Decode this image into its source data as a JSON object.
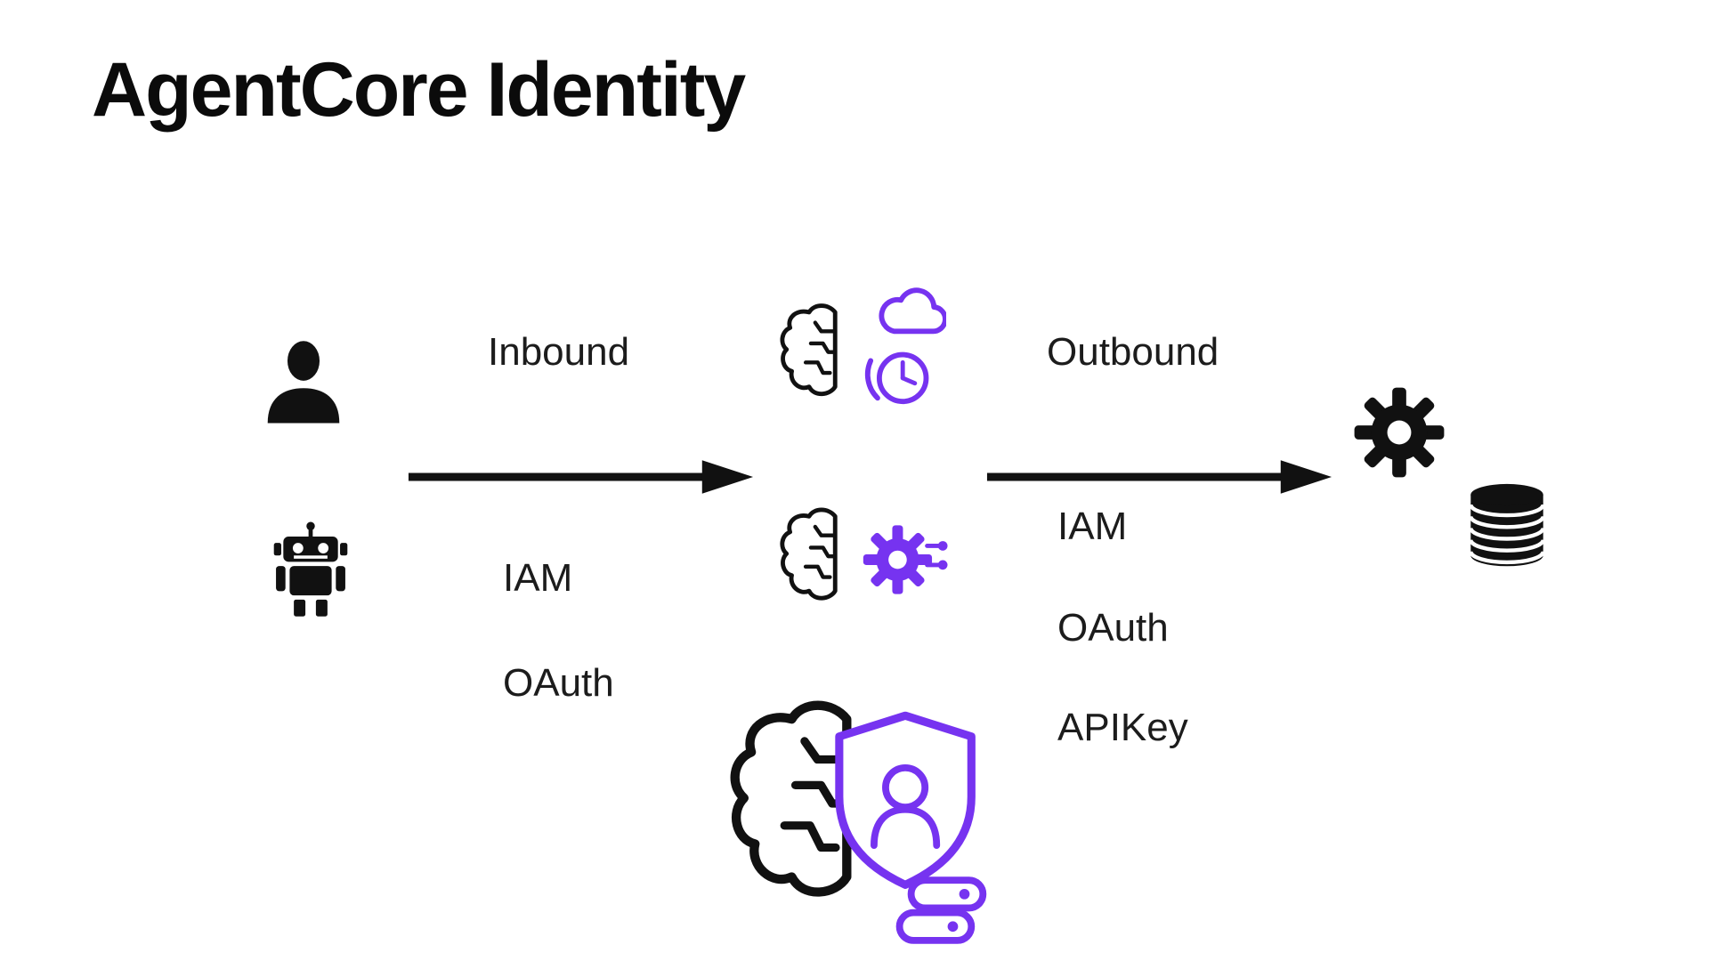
{
  "title": "AgentCore Identity",
  "palette": {
    "ink": "#111111",
    "accent": "#7633F0",
    "background": "#ffffff"
  },
  "icons": {
    "user": "user-silhouette-icon",
    "robot": "robot-icon",
    "brain_scheduler": "brain-cloud-clock-icon",
    "brain_gear": "brain-gear-icon",
    "brain_shield": "brain-shield-credentials-icon",
    "gear": "gear-icon",
    "database": "database-icon",
    "arrow": "flow-arrow"
  },
  "flow": {
    "inbound": {
      "label": "Inbound",
      "methods": [
        "IAM",
        "OAuth"
      ]
    },
    "outbound": {
      "label": "Outbound",
      "methods": [
        "IAM",
        "OAuth",
        "APIKey"
      ]
    }
  }
}
